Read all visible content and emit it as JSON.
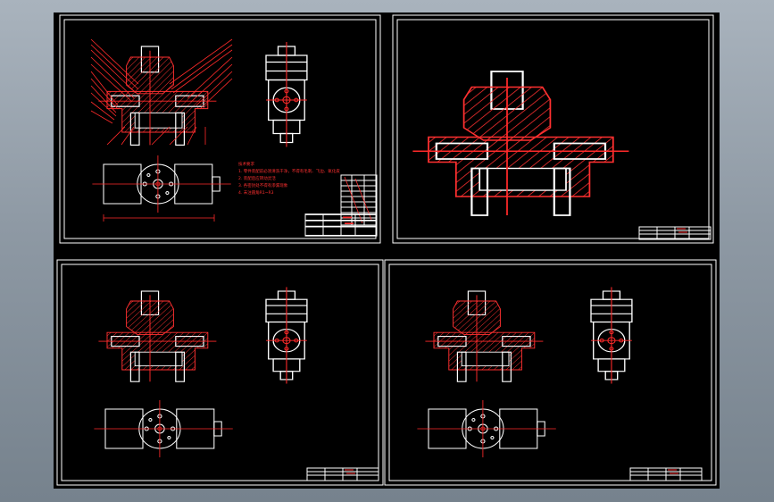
{
  "sheets": [
    {
      "id": "sheet-1",
      "views": [
        "section",
        "side",
        "top"
      ],
      "has_notes": true
    },
    {
      "id": "sheet-2",
      "views": [
        "enlarged-section"
      ],
      "has_notes": false
    },
    {
      "id": "sheet-3",
      "views": [
        "section",
        "side",
        "top"
      ],
      "has_notes": false
    },
    {
      "id": "sheet-4",
      "views": [
        "section",
        "side",
        "top"
      ],
      "has_notes": false
    }
  ],
  "colors": {
    "background": "#000000",
    "outline": "#ffffff",
    "section": "#ff2a2a",
    "leader": "#ff2a2a",
    "frame_outer": "#8e99a4"
  },
  "notes": {
    "title": "技术要求",
    "lines": [
      "1. 零件装配前必须清洗干净，不得有毛刺、飞边、氧化皮",
      "2. 装配后应转动灵活",
      "3. 各密封处不得有渗漏现象",
      "4. 未注圆角R1~R3"
    ]
  }
}
